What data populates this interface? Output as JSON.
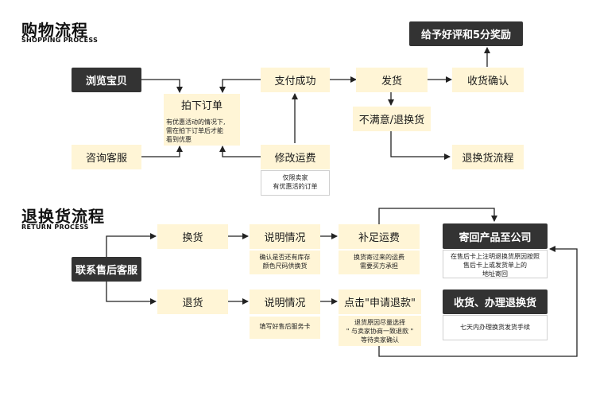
{
  "shopping": {
    "title_cn": "购物流程",
    "title_en": "SHOPPING PROCESS",
    "browse": "浏览宝贝",
    "consult": "咨询客服",
    "order": "拍下订单",
    "order_note": [
      "有优惠活动的情况下,",
      "需在拍下订单后才能",
      "看到优惠"
    ],
    "pay": "支付成功",
    "modify": "修改运费",
    "modify_note": [
      "仅限卖家",
      "有优惠活的订单"
    ],
    "ship": "发货",
    "unsatisfied": "不满意/退换货",
    "confirm": "收货确认",
    "review": "给予好评和5分奖励",
    "return_flow": "退换货流程"
  },
  "returns": {
    "title_cn": "退换货流程",
    "title_en": "RETURN PROCESS",
    "contact": "联系售后客服",
    "exchange": "换货",
    "explain1": "说明情况",
    "explain1_note": [
      "确认是否还有库存",
      "颜色尺码供换货"
    ],
    "shipping_fee": "补足运费",
    "shipping_fee_note": [
      "换货寄过来的运费",
      "需要买方承担"
    ],
    "refund": "退货",
    "explain2": "说明情况",
    "explain2_note": [
      "填写好售后服务卡"
    ],
    "apply": "点击\"申请退款\"",
    "apply_note": [
      "退货原因尽量选择",
      "\" 与卖家协商一致退款 \"",
      "等待卖家确认"
    ],
    "send_back": "寄回产品至公司",
    "send_back_note": [
      "在售后卡上注明退换货原因按照",
      "售后卡上或发货单上的",
      "地址寄回"
    ],
    "receive": "收货、办理退换货",
    "receive_note": [
      "七天内办理换货发货手续"
    ]
  },
  "colors": {
    "light_box": "#fff5d6",
    "dark_box": "#333333",
    "arrow": "#222222"
  }
}
